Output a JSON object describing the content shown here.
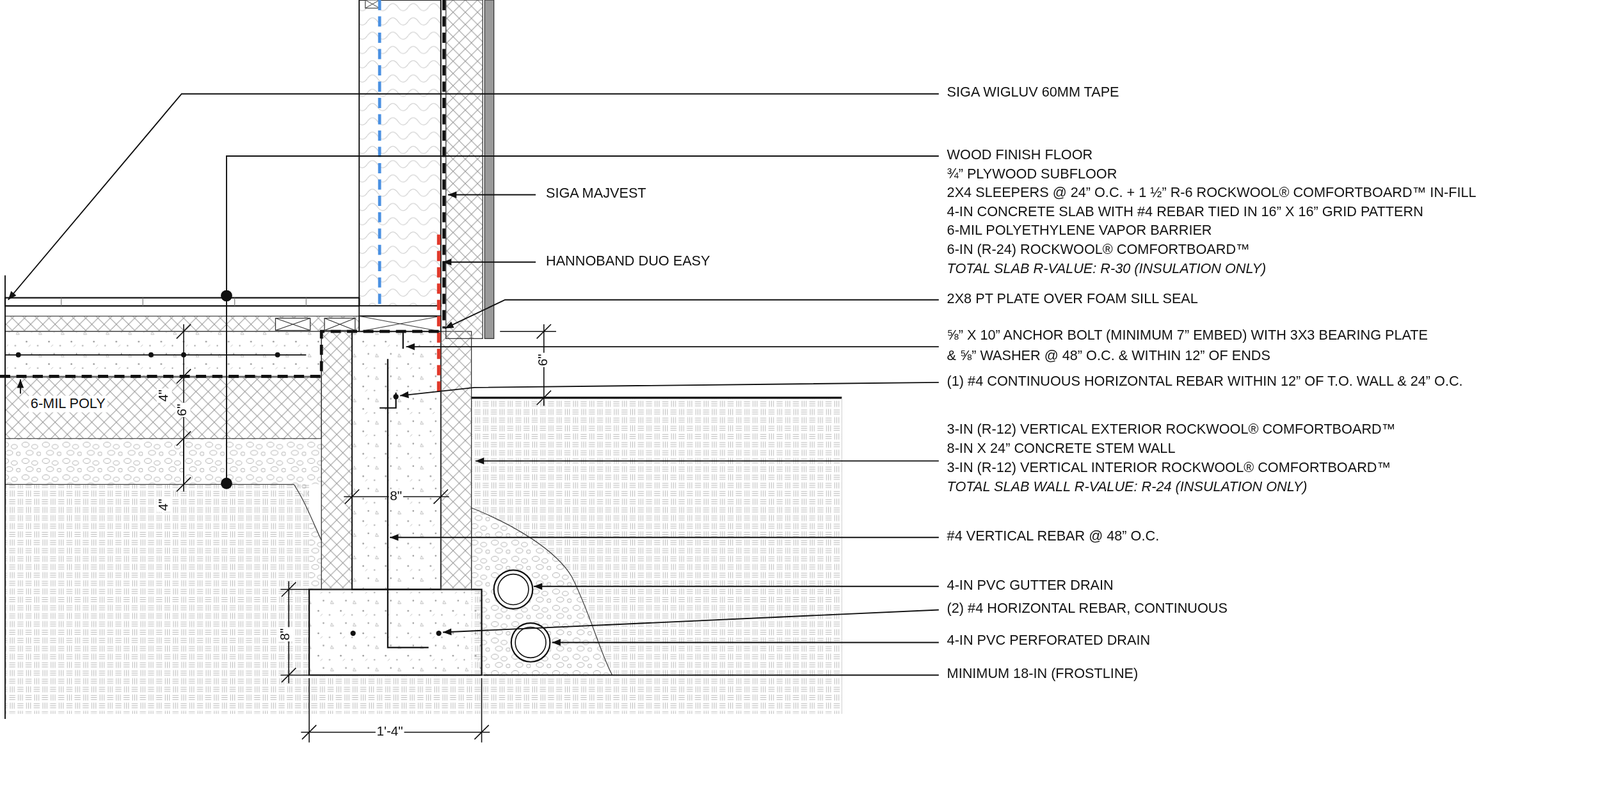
{
  "diagram": {
    "labels": [
      "SIGA WIGLUV 60MM TAPE",
      "WOOD FINISH FLOOR",
      "¾” PLYWOOD SUBFLOOR",
      "2X4 SLEEPERS @ 24” O.C. + 1 ½” R-6 ROCKWOOL® COMFORTBOARD™ IN-FILL",
      "4-IN CONCRETE SLAB WITH #4 REBAR TIED IN 16” X 16” GRID PATTERN",
      "6-MIL POLYETHYLENE VAPOR BARRIER",
      "6-IN (R-24) ROCKWOOL® COMFORTBOARD™",
      "TOTAL SLAB R-VALUE: R-30 (INSULATION ONLY)",
      "SIGA MAJVEST",
      "HANNOBAND DUO EASY",
      "2X8 PT PLATE OVER FOAM SILL SEAL",
      "⅝” X 10” ANCHOR BOLT (MINIMUM 7” EMBED) WITH 3X3 BEARING PLATE",
      "& ⅝” WASHER @ 48” O.C. & WITHIN 12” OF ENDS",
      "(1) #4 CONTINUOUS HORIZONTAL REBAR WITHIN 12” OF T.O. WALL & 24” O.C.",
      "3-IN (R-12) VERTICAL EXTERIOR ROCKWOOL® COMFORTBOARD™",
      "8-IN X 24” CONCRETE STEM WALL",
      "3-IN (R-12) VERTICAL INTERIOR ROCKWOOL® COMFORTBOARD™",
      "TOTAL SLAB WALL R-VALUE: R-24 (INSULATION ONLY)",
      "#4 VERTICAL REBAR @ 48” O.C.",
      "4-IN PVC GUTTER DRAIN",
      "(2) #4 HORIZONTAL REBAR, CONTINUOUS",
      "4-IN PVC PERFORATED DRAIN",
      "MINIMUM 18-IN (FROSTLINE)",
      "6-MIL POLY",
      "4\"",
      "6\"",
      "4\"",
      "8\"",
      "8\"",
      "1'-4\"",
      "6\""
    ]
  }
}
